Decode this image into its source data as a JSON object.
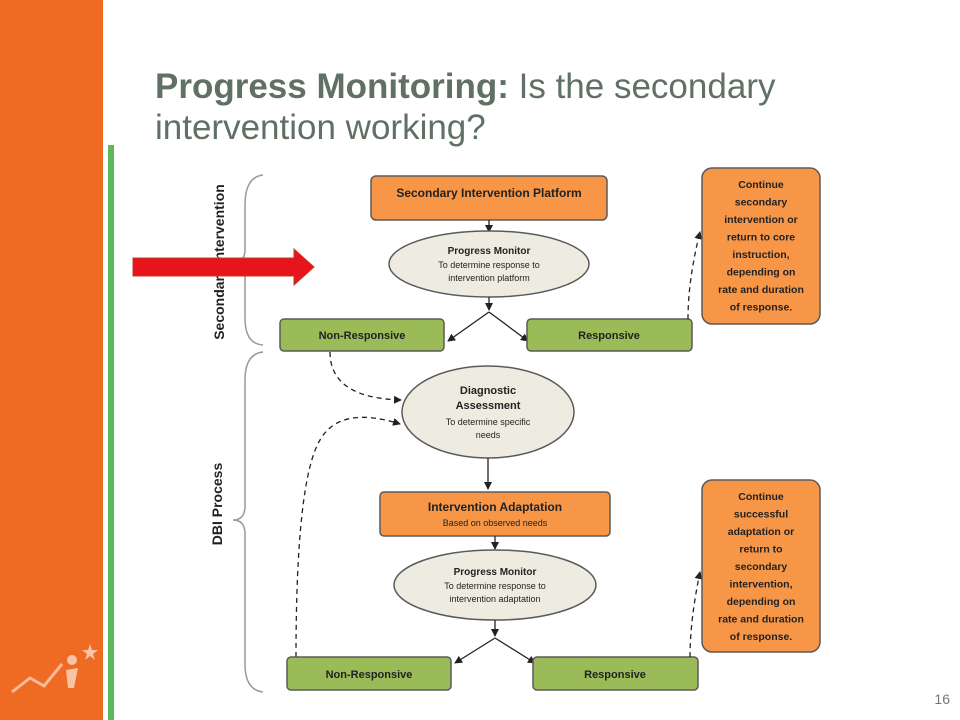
{
  "slide": {
    "title_bold": "Progress Monitoring:",
    "title_rest": " Is the secondary intervention working?",
    "page_number": "16"
  },
  "diagram": {
    "section_secondary": "Secondary Intervention",
    "section_dbi": "DBI Process",
    "platform": "Secondary Intervention Platform",
    "pm1_title": "Progress Monitor",
    "pm1_line1": "To determine response to",
    "pm1_line2": "intervention platform",
    "nonresp1": "Non-Responsive",
    "resp1": "Responsive",
    "cont1": [
      "Continue",
      "secondary",
      "intervention or",
      "return to core",
      "instruction,",
      "depending on",
      "rate and duration",
      "of response."
    ],
    "diag_line1": "Diagnostic",
    "diag_line2": "Assessment",
    "diag_sub1": "To determine specific",
    "diag_sub2": "needs",
    "adapt_title": "Intervention Adaptation",
    "adapt_sub": "Based on observed needs",
    "pm2_title": "Progress Monitor",
    "pm2_line1": "To determine response to",
    "pm2_line2": "intervention adaptation",
    "nonresp2": "Non-Responsive",
    "resp2": "Responsive",
    "cont2": [
      "Continue",
      "successful",
      "adaptation or",
      "return to",
      "secondary",
      "intervention,",
      "depending on",
      "rate and duration",
      "of response."
    ]
  },
  "colors": {
    "orange": "#ef6a22",
    "box_orange": "#f79646",
    "box_green": "#9bbb59",
    "ellipse": "#eeece1",
    "title_gray": "#607065",
    "pointer_red": "#e8141c"
  }
}
